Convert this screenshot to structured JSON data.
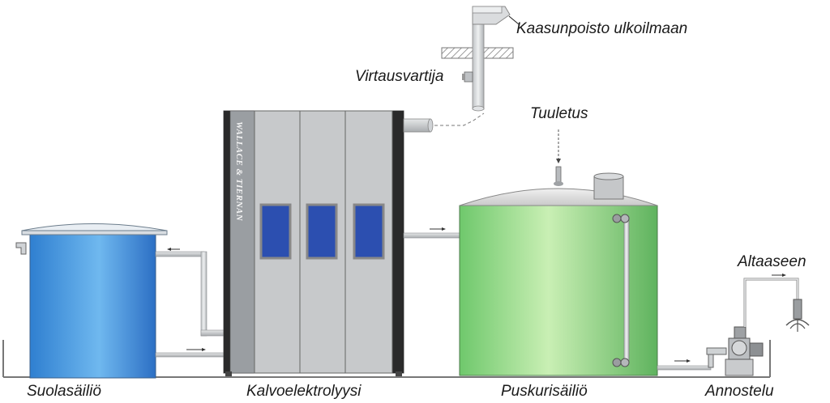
{
  "labels": {
    "brine_tank": "Suolasäiliö",
    "electrolysis": "Kalvoelektrolyysi",
    "buffer_tank": "Puskurisäiliö",
    "dosing": "Annostelu",
    "gas_exhaust": "Kaasunpoisto ulkoilmaan",
    "flow_guard": "Virtausvartija",
    "vent": "Tuuletus",
    "to_pool": "Altaaseen"
  },
  "brand_text": "WALLACE & TIERNAN",
  "colors": {
    "brine_blue": "#3f8ed8",
    "buffer_green": "#8fd48a",
    "cabinet_grey": "#c9cbcd",
    "window_blue": "#2c4fb0",
    "pipe_grey": "#d4d6d8",
    "outline": "#555555"
  }
}
